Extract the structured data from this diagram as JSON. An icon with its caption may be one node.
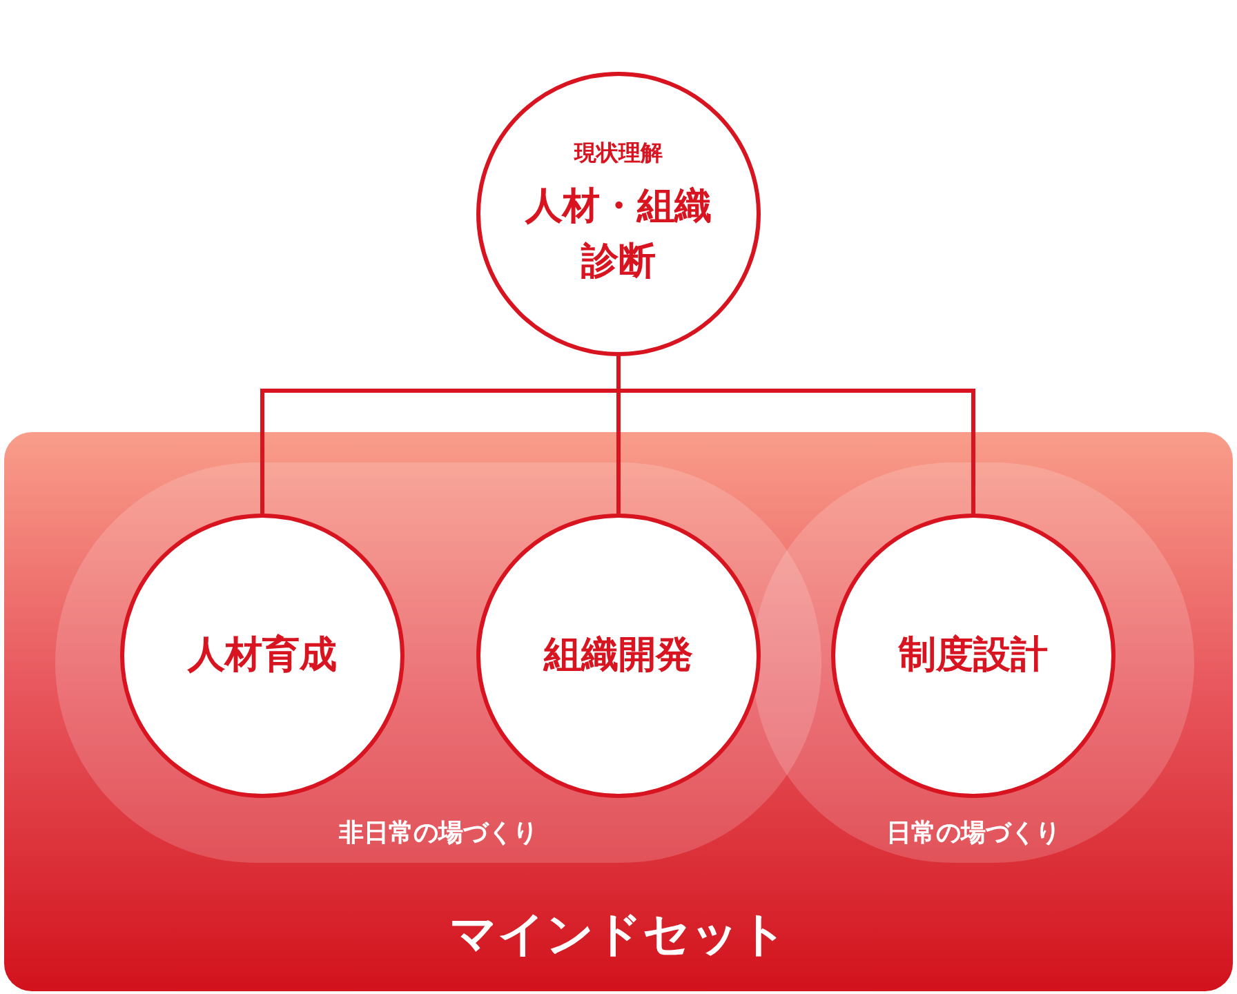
{
  "diagram": {
    "nodes": [
      {
        "text": [
          "現状理解",
          "人材・組織診断"
        ]
      },
      {
        "text": [
          "マインドセット"
        ]
      },
      {
        "text": [
          "非日常の場づくり"
        ],
        "in": 1
      },
      {
        "text": [
          "日常の場づくり"
        ],
        "in": 1
      },
      {
        "text": [
          "人材育成"
        ],
        "in": 2
      },
      {
        "text": [
          "組織開発"
        ],
        "in": 2
      },
      {
        "text": [
          "制度設計"
        ],
        "in": 3
      }
    ],
    "edges": [
      {
        "from": 0,
        "to": 4,
        "arrow": "none"
      },
      {
        "from": 0,
        "to": 5,
        "arrow": "none"
      },
      {
        "from": 0,
        "to": 6,
        "arrow": "none"
      }
    ]
  }
}
